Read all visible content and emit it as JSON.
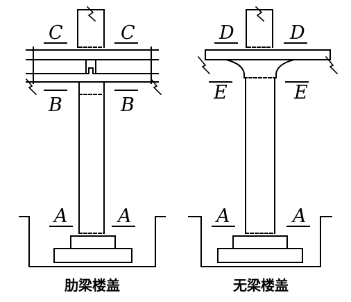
{
  "left_panel": {
    "caption": "肋梁楼盖",
    "section_labels": {
      "top": "C",
      "middle": "B",
      "bottom": "A"
    }
  },
  "right_panel": {
    "caption": "无梁楼盖",
    "section_labels": {
      "top": "D",
      "middle": "E",
      "bottom": "A"
    }
  }
}
